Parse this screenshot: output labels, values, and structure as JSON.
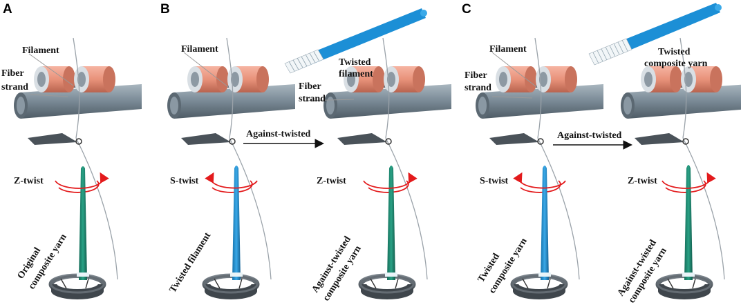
{
  "panels": [
    {
      "id": "A",
      "units": [
        {
          "filament": "Filament",
          "strand_l1": "Fiber",
          "strand_l2": "strand",
          "twist": "Z-twist",
          "twist_dir": "Z",
          "yarn_l1": "Original",
          "yarn_l2": "composite yarn",
          "spindle_color": "#1f8a72"
        }
      ]
    },
    {
      "id": "B",
      "arrow_label": "Against-twisted",
      "units": [
        {
          "filament": "Filament",
          "twist": "S-twist",
          "twist_dir": "S",
          "yarn_l1": "Twisted filament",
          "yarn_l2": "",
          "spindle_color": "#1f8fd0"
        },
        {
          "title_l1": "Twisted",
          "title_l2": "filament",
          "strand_l1": "Fiber",
          "strand_l2": "strand",
          "twist": "Z-twist",
          "twist_dir": "Z",
          "yarn_l1": "Against-twisted",
          "yarn_l2": "composite yarn",
          "spindle_color": "#1f8a72"
        }
      ]
    },
    {
      "id": "C",
      "arrow_label": "Against-twisted",
      "units": [
        {
          "filament": "Filament",
          "strand_l1": "Fiber",
          "strand_l2": "strand",
          "twist": "S-twist",
          "twist_dir": "S",
          "yarn_l1": "Twisted",
          "yarn_l2": "composite yarn",
          "spindle_color": "#1f8fd0"
        },
        {
          "title_l1": "Twisted",
          "title_l2": "composite yarn",
          "twist": "Z-twist",
          "twist_dir": "Z",
          "yarn_l1": "Against-twisted",
          "yarn_l2": "composite yarn",
          "spindle_color": "#1f8a72"
        }
      ]
    }
  ],
  "colors": {
    "roller": "#e8927a",
    "roller_end": "#bcc7cf",
    "drum": "#7d8d99",
    "arrow": "#e31a1c",
    "ring": "#555c63",
    "bobbin_blue": "#1c8fd6"
  }
}
